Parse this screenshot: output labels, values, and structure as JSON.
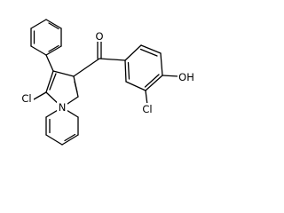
{
  "molecule": {
    "atoms": {
      "oxygen_ketone": "O",
      "chlorine_top": "Cl",
      "hydroxyl": "OH",
      "chlorine_bottom": "Cl",
      "nitrogen": "N"
    }
  }
}
